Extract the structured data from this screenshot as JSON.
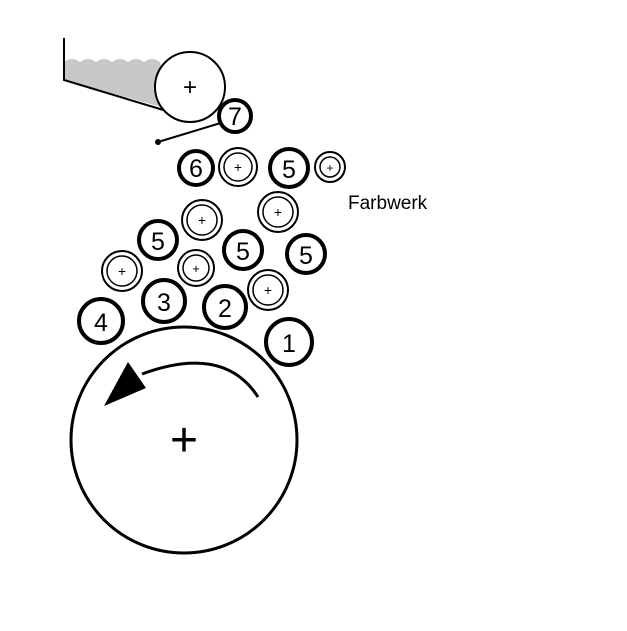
{
  "labels": {
    "ink_unit": "Farbwerk",
    "plus_sign": "+"
  },
  "rollers": [
    {
      "id": "roller-7",
      "text": "7"
    },
    {
      "id": "roller-6",
      "text": "6"
    },
    {
      "id": "roller-5-a",
      "text": "5"
    },
    {
      "id": "roller-5-b",
      "text": "5"
    },
    {
      "id": "roller-5-c",
      "text": "5"
    },
    {
      "id": "roller-5-d",
      "text": "5"
    },
    {
      "id": "roller-4",
      "text": "4"
    },
    {
      "id": "roller-3",
      "text": "3"
    },
    {
      "id": "roller-2",
      "text": "2"
    },
    {
      "id": "roller-1",
      "text": "1"
    }
  ],
  "colors": {
    "stroke": "#000000",
    "ink": "#c8c8c8",
    "background": "#ffffff"
  }
}
